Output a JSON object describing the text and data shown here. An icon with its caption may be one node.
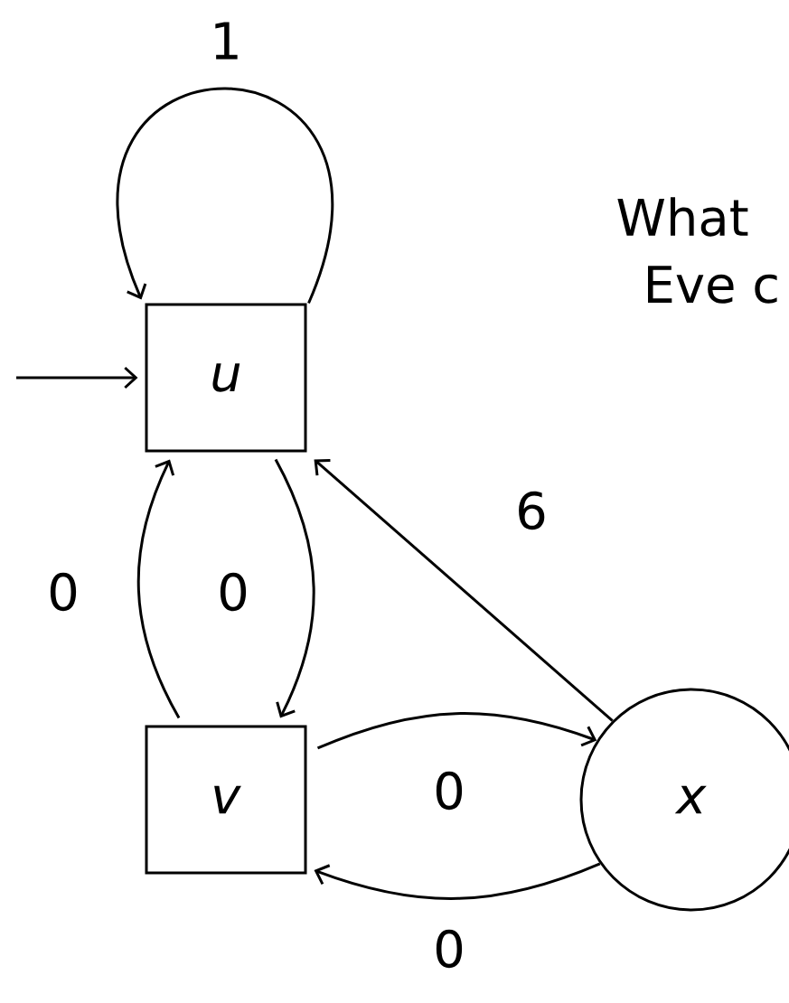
{
  "diagram": {
    "nodes": [
      {
        "text": [
          "*u*"
        ]
      },
      {
        "text": [
          "*v*"
        ]
      },
      {
        "text": [
          "*x*"
        ]
      }
    ],
    "edges": [
      {
        "from": 0,
        "to": 0,
        "arrow": "to",
        "label": "1"
      },
      {
        "from": null,
        "to": 0,
        "arrow": "to"
      },
      {
        "from": 1,
        "to": 0,
        "arrow": "to",
        "label": "0"
      },
      {
        "from": 0,
        "to": 1,
        "arrow": "to",
        "label": "0"
      },
      {
        "from": 2,
        "to": 0,
        "arrow": "to",
        "label": "6"
      },
      {
        "from": 1,
        "to": 2,
        "arrow": "to",
        "label": "0"
      },
      {
        "from": 2,
        "to": 1,
        "arrow": "to",
        "label": "0"
      }
    ],
    "labels": [
      "What",
      "Eve c"
    ]
  }
}
